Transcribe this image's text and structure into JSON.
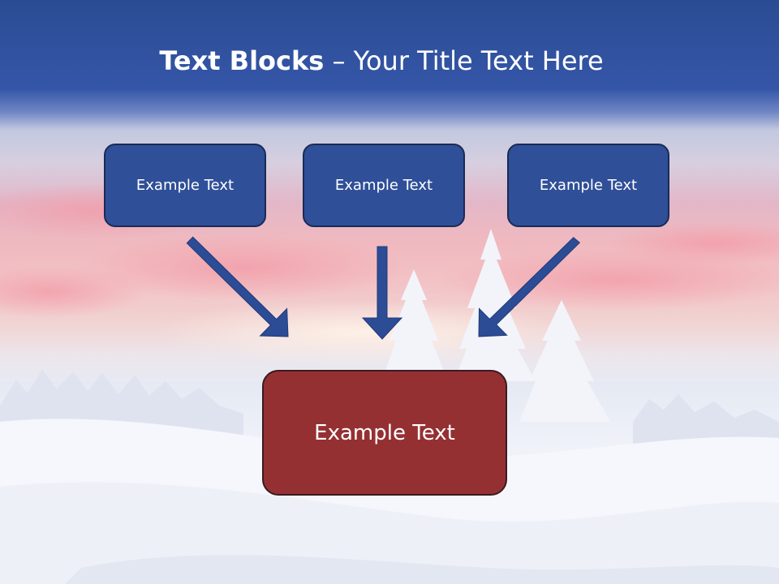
{
  "slide": {
    "title_bold": "Text Blocks",
    "title_dash": " – ",
    "title_rest": "Your Title Text Here",
    "blocks": [
      "Example Text",
      "Example Text",
      "Example Text"
    ],
    "target": "Example Text",
    "colors": {
      "header": "#2f4f98",
      "block_fill": "#2f4f98",
      "block_border": "#1a2b55",
      "target_fill": "#953032",
      "target_border": "#3a1a22",
      "arrow": "#2c4c96"
    }
  }
}
